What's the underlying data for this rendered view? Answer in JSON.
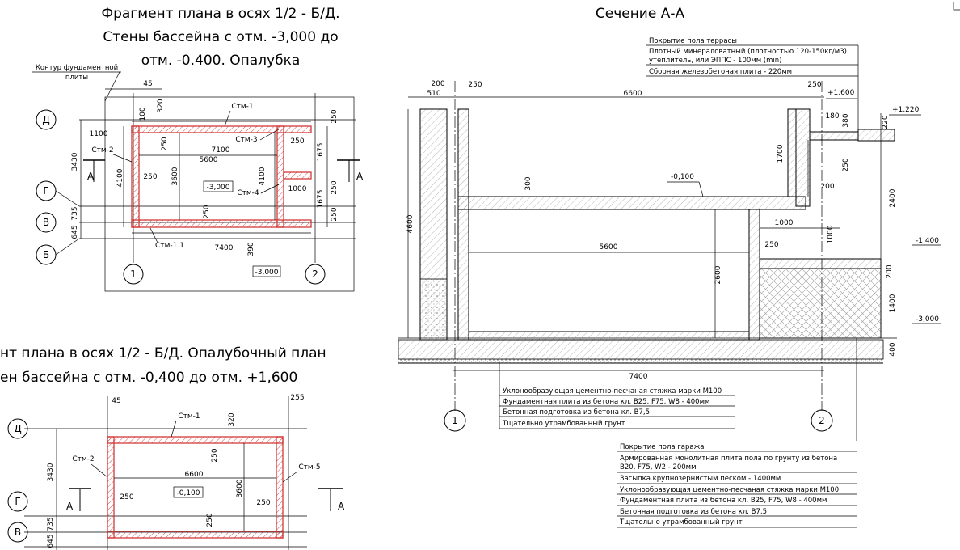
{
  "plan1": {
    "title_line1": "Фрагмент плана в осях 1/2 - Б/Д.",
    "title_line2": "Стены бассейна с отм. -3,000 до",
    "title_line3": "отм. -0.400. Опалубка",
    "contour_line1": "Контур фундаментной",
    "contour_line2": "плиты",
    "axes_rows": [
      "Д",
      "Г",
      "В",
      "Б"
    ],
    "axes_cols": [
      "1",
      "2"
    ],
    "walls": [
      "Стм-1",
      "Стм-2",
      "Стм-3",
      "Стм-4",
      "Стм-1.1"
    ],
    "elev_inner": "-3,000",
    "elev_bottom": "-3,000",
    "section_mark": "А",
    "dims": {
      "d45": "45",
      "d100": "100",
      "d320": "320",
      "d1100": "1100",
      "d250a": "250",
      "d7100": "7100",
      "d5600": "5600",
      "d3430": "3430",
      "d4100a": "4100",
      "d3600": "3600",
      "d4100b": "4100",
      "d1675a": "1675",
      "d1675b": "1675",
      "d250r1": "250",
      "d250r2": "250",
      "d250r3": "250",
      "d1000": "1000",
      "d735": "735",
      "d645": "645",
      "d7400": "7400",
      "d390": "390",
      "d250b": "250",
      "d250c": "250",
      "d250d": "250"
    }
  },
  "plan2": {
    "title_line1": "нт плана в осях 1/2 - Б/Д. Опалубочный план",
    "title_line2": "ен бассейна с отм. -0,400 до отм. +1,600",
    "axes_rows": [
      "Д",
      "Г",
      "В"
    ],
    "walls": [
      "Стм-1",
      "Стм-2",
      "Стм-5"
    ],
    "elev_inner": "-0,100",
    "section_mark": "А",
    "dims": {
      "d45": "45",
      "d255": "255",
      "d320": "320",
      "d6600": "6600",
      "d3430": "3430",
      "d250a": "250",
      "d250b": "250",
      "d3600": "3600",
      "d250c": "250",
      "d250d": "250",
      "d735": "735",
      "d645": "645"
    }
  },
  "section": {
    "title": "Сечение А-А",
    "terrace_notes": [
      "Покрытие пола террасы",
      "Плотный минераловатный (плотностью 120-150кг/м3)",
      "утеплитель, или ЭППС - 100мм (min)",
      "Сборная железобетоная плита - 220мм"
    ],
    "foundation_notes": [
      "Уклонообразующая цементно-песчаная стяжка марки М100",
      "Фундаментная плита из бетона кл. B25, F75, W8 - 400мм",
      "Бетонная подготовка из бетона кл. B7,5",
      "Тщательно утрамбованный грунт"
    ],
    "garage_notes": [
      "Покрытие пола гаража",
      "Армированная монолитная плита пола по грунту из бетона",
      "B20, F75, W2 - 200мм",
      "Засыпка крупнозернистым песком - 1400мм",
      "Уклонообразующая цементно-песчаная стяжка марки М100",
      "Фундаментная плита из бетона кл. B25, F75, W8 - 400мм",
      "Бетонная подготовка из бетона кл. B7,5",
      "Тщательно утрамбованный грунт"
    ],
    "axes": [
      "1",
      "2"
    ],
    "elevations": [
      "+1,600",
      "+1,220",
      "-0,100",
      "-1,400",
      "-3,000"
    ],
    "dims": {
      "d200": "200",
      "d510": "510",
      "d250a": "250",
      "d6600": "6600",
      "d250b": "250",
      "d180": "180",
      "d380": "380",
      "d220": "220",
      "d250c": "250",
      "d1700": "1700",
      "d300": "300",
      "d200b": "200",
      "d2400": "2400",
      "d1000a": "1000",
      "d1000b": "1000",
      "d5600": "5600",
      "d250d": "250",
      "d4600": "4600",
      "d2600": "2600",
      "d200c": "200",
      "d1400": "1400",
      "d400": "400",
      "d7400": "7400"
    }
  }
}
